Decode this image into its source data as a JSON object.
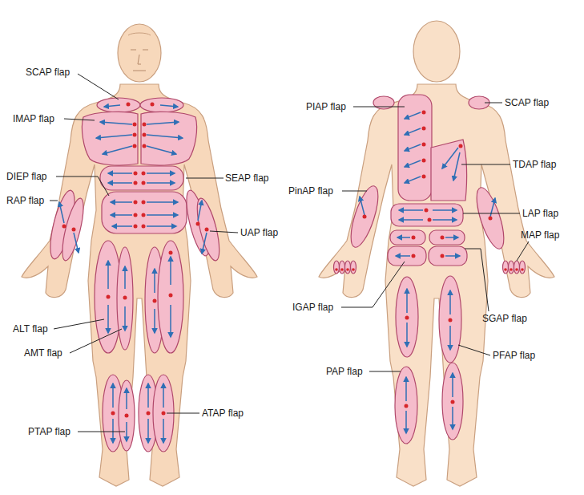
{
  "diagram": {
    "labels": [
      "SCAP flap",
      "IMAP flap",
      "DIEP flap",
      "SEAP flap",
      "RAP flap",
      "UAP flap",
      "ALT flap",
      "AMT flap",
      "PTAP flap",
      "ATAP flap",
      "PIAP flap",
      "SCAP flap",
      "TDAP flap",
      "PinAP flap",
      "LAP flap",
      "MAP flap",
      "IGAP flap",
      "SGAP flap",
      "PFAP flap",
      "PAP flap"
    ]
  }
}
